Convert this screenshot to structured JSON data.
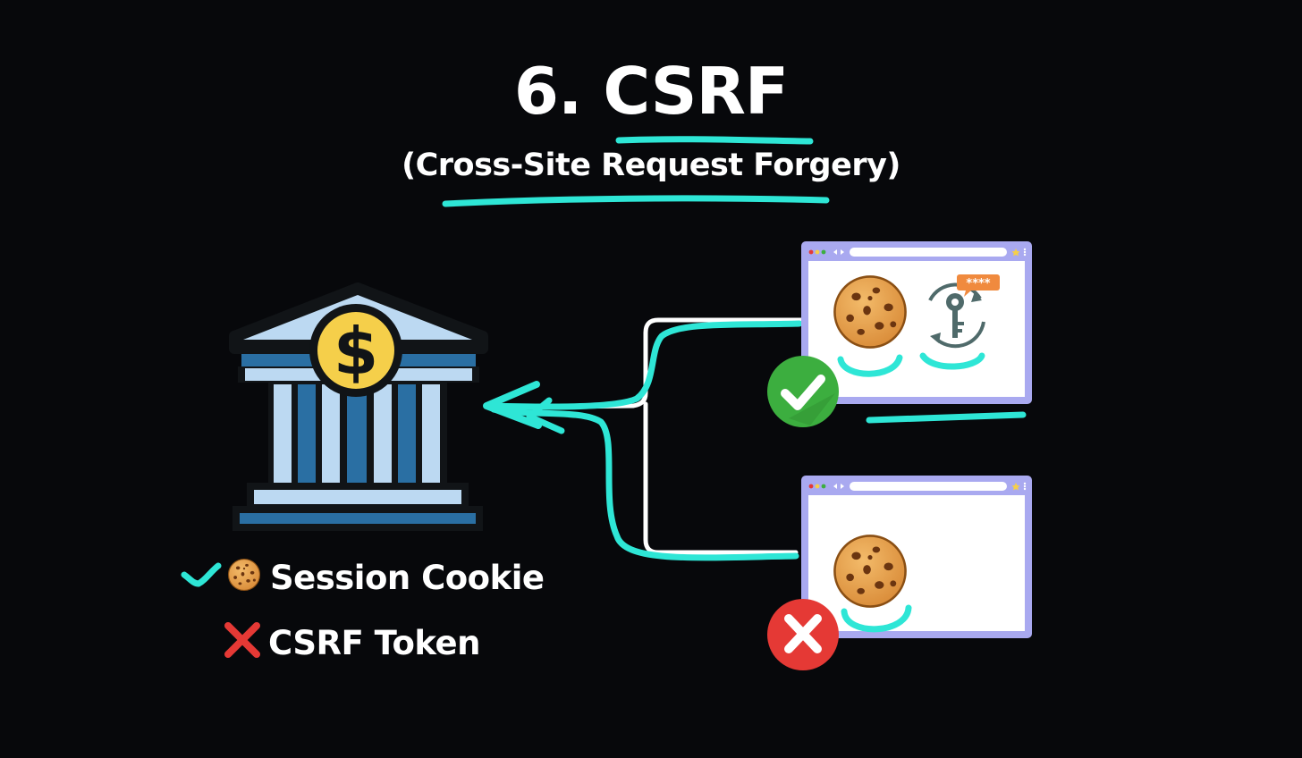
{
  "title": "6. CSRF",
  "subtitle": "(Cross-Site Request Forgery)",
  "legend": {
    "session_cookie": "Session Cookie",
    "csrf_token": "CSRF Token"
  },
  "token_bubble": "****",
  "colors": {
    "background": "#07080b",
    "accent": "#2ee6d6",
    "browser_frame": "#a9a9f0",
    "bank_light": "#bcd9f2",
    "bank_dark": "#2a6fa3",
    "coin": "#f5cf4a",
    "success": "#3cae3f",
    "error": "#e53935",
    "cookie": "#e09a48"
  },
  "icons": {
    "bank": "bank-icon",
    "check_badge": "check-badge-icon",
    "error_badge": "x-badge-icon",
    "cookie": "cookie-icon",
    "token": "key-rotation-icon"
  }
}
